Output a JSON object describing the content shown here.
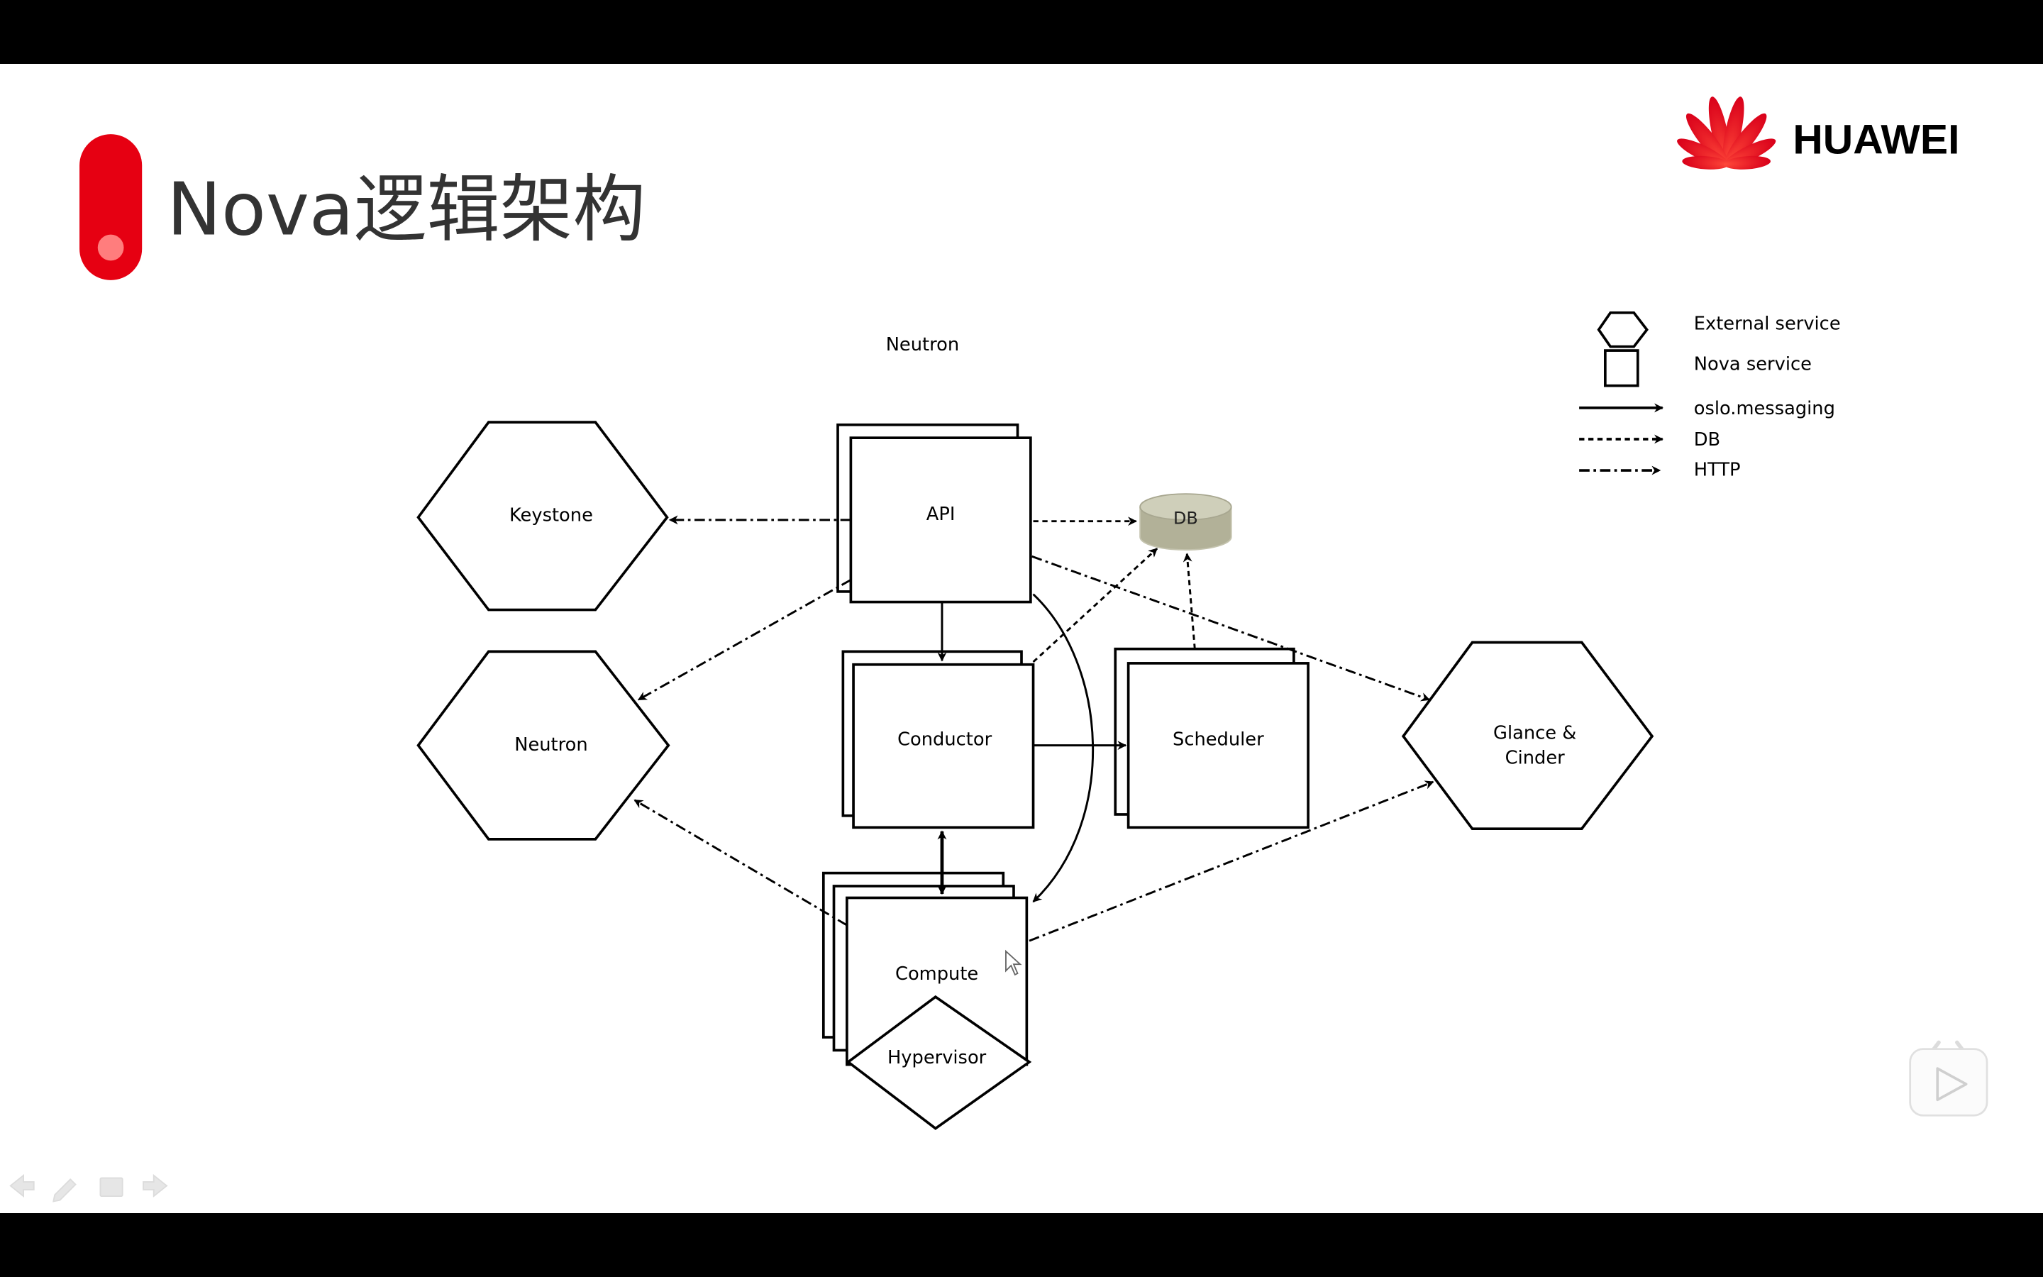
{
  "slide": {
    "title": "Nova逻辑架构",
    "brand": "HUAWEI",
    "brand_color": "#e60012",
    "top_label": "Neutron"
  },
  "legend": {
    "external_service": "External service",
    "nova_service": "Nova service",
    "oslo": "oslo.messaging",
    "db": "DB",
    "http": "HTTP"
  },
  "nodes": {
    "keystone": "Keystone",
    "neutron": "Neutron",
    "api": "API",
    "db": "DB",
    "conductor": "Conductor",
    "scheduler": "Scheduler",
    "glance_line1": "Glance &",
    "glance_line2": "Cinder",
    "compute": "Compute",
    "hypervisor": "Hypervisor"
  },
  "icons": {
    "play": "play-icon",
    "nav": [
      "arrow-left-icon",
      "pen-icon",
      "menu-icon",
      "arrow-right-icon"
    ]
  }
}
